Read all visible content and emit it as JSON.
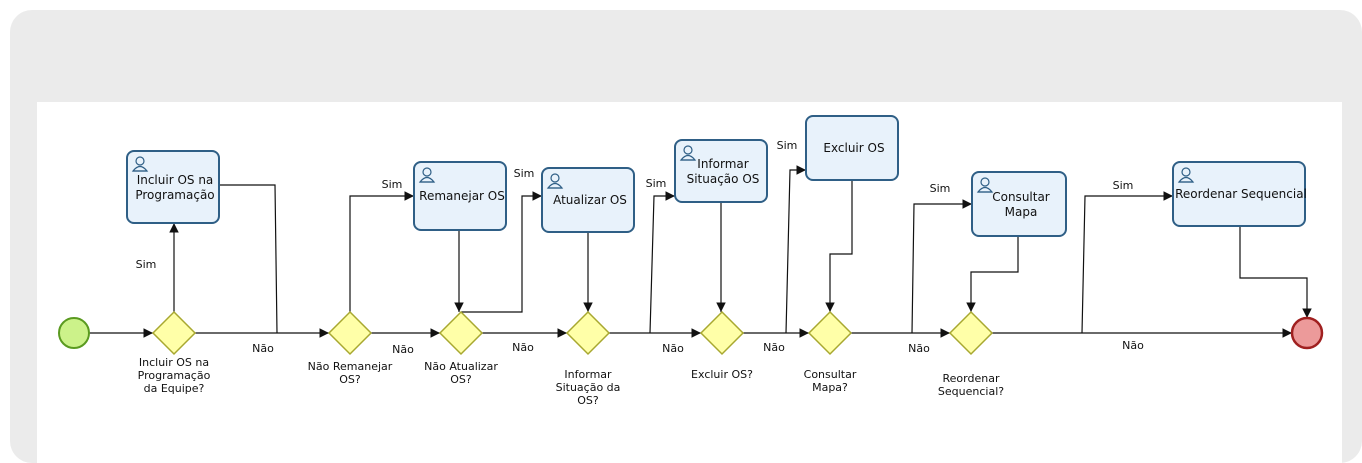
{
  "tasks": [
    {
      "lines": [
        "Incluir OS na",
        "Programação"
      ]
    },
    {
      "lines": [
        "Remanejar OS"
      ]
    },
    {
      "lines": [
        "Atualizar OS"
      ]
    },
    {
      "lines": [
        "Informar",
        "Situação OS"
      ]
    },
    {
      "lines": [
        "Excluir OS"
      ]
    },
    {
      "lines": [
        "Consultar",
        "Mapa"
      ]
    },
    {
      "lines": [
        "Reordenar Sequencial"
      ]
    }
  ],
  "gateways": [
    {
      "lines": [
        "Incluir OS na",
        "Programação",
        "da Equipe?"
      ]
    },
    {
      "lines": [
        "Não Remanejar",
        "OS?"
      ]
    },
    {
      "lines": [
        "Não Atualizar",
        "OS?"
      ]
    },
    {
      "lines": [
        "Informar",
        "Situação da",
        "OS?"
      ]
    },
    {
      "lines": [
        "Excluir OS?"
      ]
    },
    {
      "lines": [
        "Consultar",
        "Mapa?"
      ]
    },
    {
      "lines": [
        "Reordenar",
        "Sequencial?"
      ]
    }
  ],
  "flow_labels": {
    "yes": "Sim",
    "no": "Não"
  },
  "colors": {
    "start_fill": "#ccf28a",
    "start_stroke": "#5a9a20",
    "end_fill": "#ec9a9a",
    "end_stroke": "#a02020",
    "task_fill": "#e8f2fb",
    "task_stroke": "#2f5f86",
    "gateway_fill": "#ffffa8",
    "gateway_stroke": "#a8a830"
  },
  "icons": {
    "task": "user-icon"
  }
}
